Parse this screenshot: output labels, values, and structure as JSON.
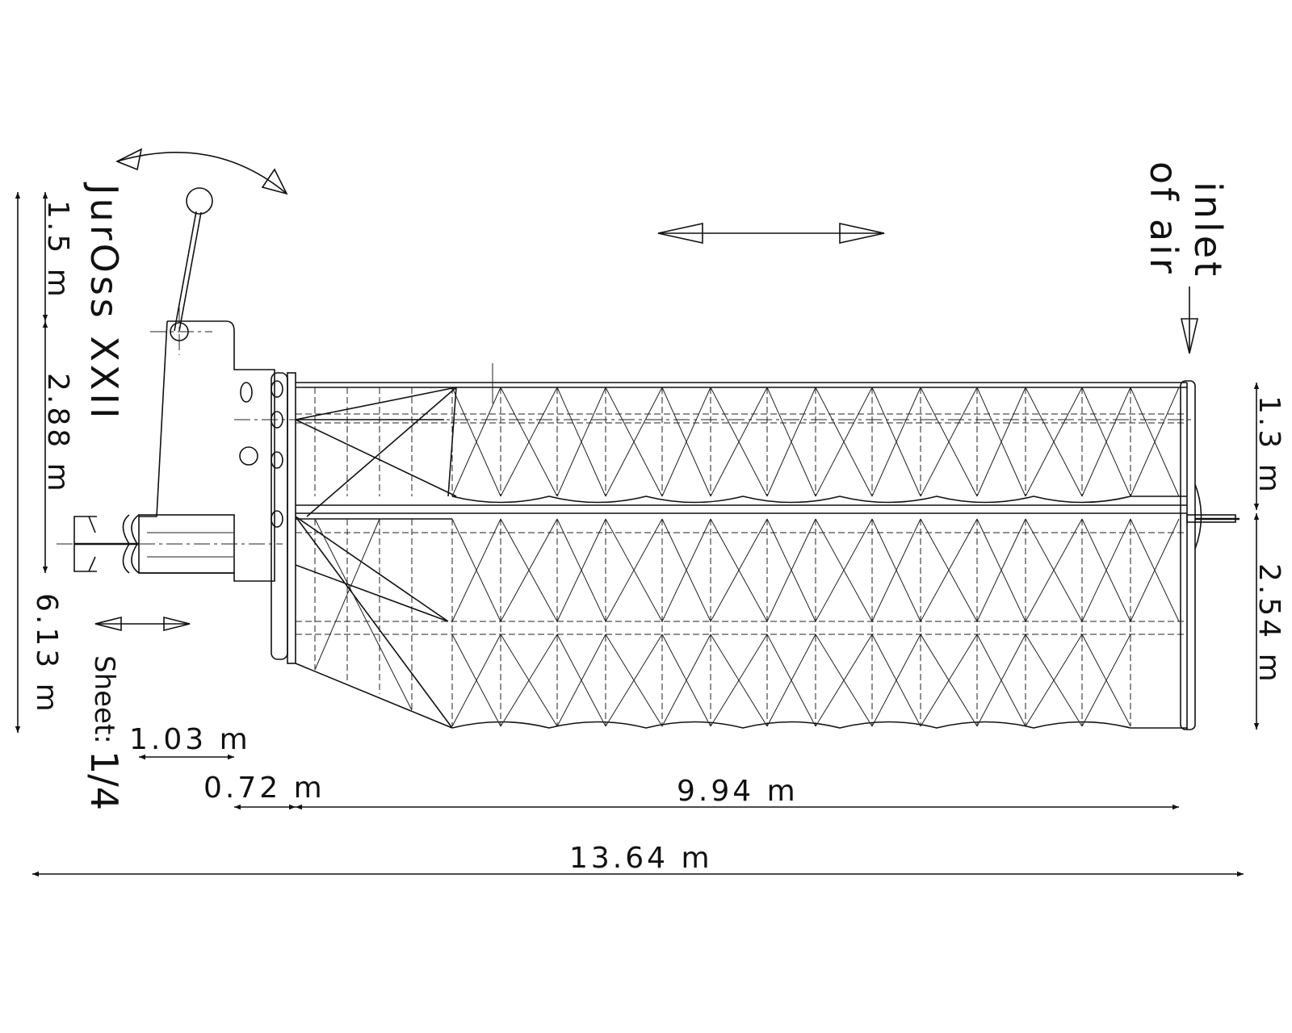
{
  "drawing": {
    "title": "JurOss XXII",
    "sheet_label": "Sheet:",
    "sheet_number": "1/4",
    "inlet_note": {
      "line1": "inlet",
      "line2": "of air"
    },
    "dimensions": {
      "overall_length": "13.64 m",
      "main_body_length": "9.94 m",
      "bulkhead_offset": "0.72 m",
      "gondola_width": "1.03 m",
      "mast_height": "1.5 m",
      "tower_height": "2.88 m",
      "overall_height": "6.13 m",
      "upper_section_height": "1.3 m",
      "lower_section_height": "2.54 m"
    },
    "colors": {
      "ink": "#111111",
      "paper": "#ffffff"
    }
  }
}
